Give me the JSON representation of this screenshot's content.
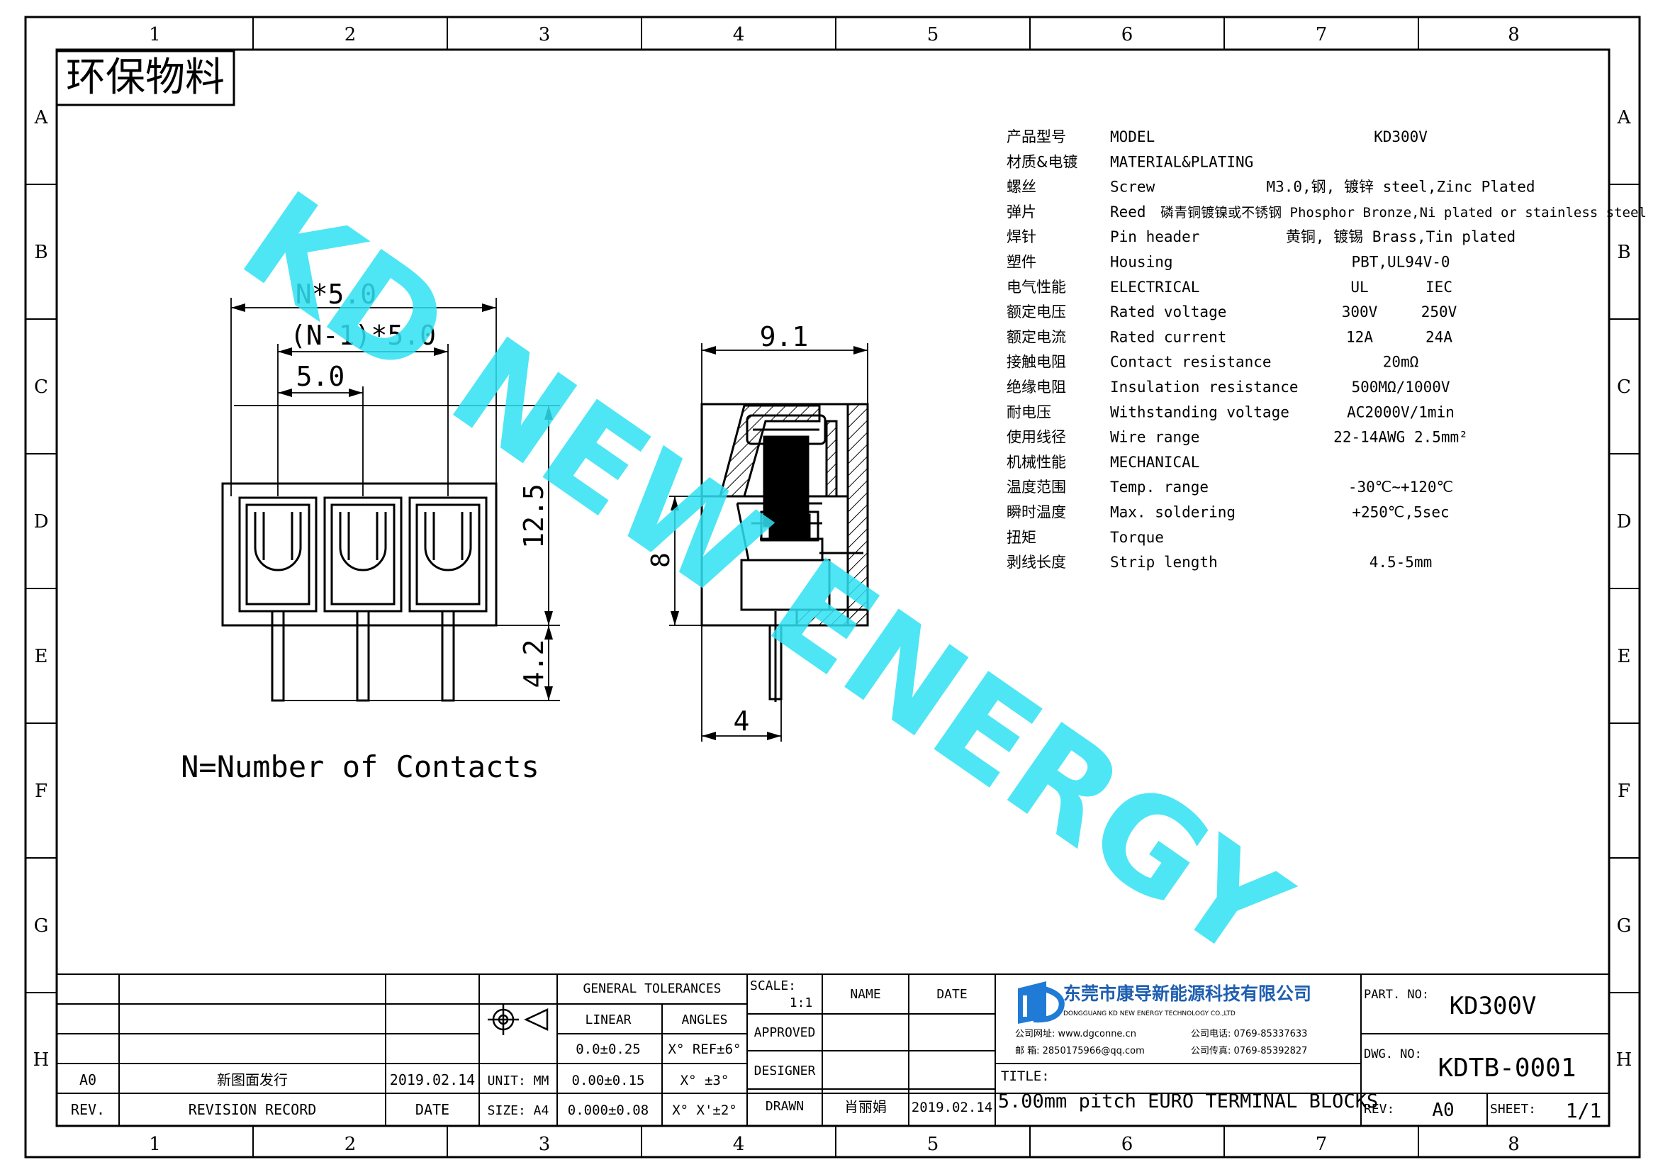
{
  "frame": {
    "columns": [
      "1",
      "2",
      "3",
      "4",
      "5",
      "6",
      "7",
      "8"
    ],
    "rows": [
      "A",
      "B",
      "C",
      "D",
      "E",
      "F",
      "G",
      "H"
    ]
  },
  "stamp": "环保物料",
  "watermark": "KD NEW ENERGY",
  "front_view": {
    "dim_overall": "N*5.0",
    "dim_inner": "(N-1)*5.0",
    "dim_pitch": "5.0",
    "dim_height": "12.5",
    "dim_pin": "4.2",
    "note": "N=Number of Contacts"
  },
  "side_view": {
    "dim_width": "9.1",
    "dim_body": "8",
    "dim_pin_offset": "4"
  },
  "specs": [
    {
      "cn": "产品型号",
      "en": "MODEL",
      "value": "KD300V",
      "ul": "",
      "iec": ""
    },
    {
      "cn": "材质&电镀",
      "en": "MATERIAL&PLATING",
      "value": "",
      "ul": "",
      "iec": ""
    },
    {
      "cn": "螺丝",
      "en": "Screw",
      "value": "M3.0,钢, 镀锌 steel,Zinc Plated",
      "ul": "",
      "iec": ""
    },
    {
      "cn": "弹片",
      "en": "Reed",
      "value": "磷青铜镀镍或不锈钢 Phosphor Bronze,Ni plated or stainless steel",
      "ul": "",
      "iec": ""
    },
    {
      "cn": "焊针",
      "en": "Pin header",
      "value": "黄铜, 镀锡 Brass,Tin plated",
      "ul": "",
      "iec": ""
    },
    {
      "cn": "塑件",
      "en": "Housing",
      "value": "PBT,UL94V-0",
      "ul": "",
      "iec": ""
    },
    {
      "cn": "电气性能",
      "en": "ELECTRICAL",
      "value": "",
      "ul": "UL",
      "iec": "IEC"
    },
    {
      "cn": "额定电压",
      "en": "Rated voltage",
      "value": "",
      "ul": "300V",
      "iec": "250V"
    },
    {
      "cn": "额定电流",
      "en": "Rated current",
      "value": "",
      "ul": "12A",
      "iec": "24A"
    },
    {
      "cn": "接触电阻",
      "en": "Contact resistance",
      "value": "20mΩ",
      "ul": "",
      "iec": ""
    },
    {
      "cn": "绝缘电阻",
      "en": "Insulation resistance",
      "value": "500MΩ/1000V",
      "ul": "",
      "iec": ""
    },
    {
      "cn": "耐电压",
      "en": "Withstanding voltage",
      "value": "AC2000V/1min",
      "ul": "",
      "iec": ""
    },
    {
      "cn": "使用线径",
      "en": "Wire range",
      "value": "22-14AWG 2.5mm²",
      "ul": "",
      "iec": ""
    },
    {
      "cn": "机械性能",
      "en": "MECHANICAL",
      "value": "",
      "ul": "",
      "iec": ""
    },
    {
      "cn": "温度范围",
      "en": "Temp. range",
      "value": "-30℃~+120℃",
      "ul": "",
      "iec": ""
    },
    {
      "cn": "瞬时温度",
      "en": "Max. soldering",
      "value": "+250℃,5sec",
      "ul": "",
      "iec": ""
    },
    {
      "cn": "扭矩",
      "en": "Torque",
      "value": "",
      "ul": "",
      "iec": ""
    },
    {
      "cn": "剥线长度",
      "en": "Strip length",
      "value": "4.5-5mm",
      "ul": "",
      "iec": ""
    }
  ],
  "title_block": {
    "rev_row": {
      "rev": "A0",
      "record": "新图面发行",
      "date": "2019.02.14"
    },
    "rev_header": {
      "rev": "REV.",
      "record": "REVISION RECORD",
      "date": "DATE"
    },
    "unit": "UNIT: MM",
    "size": "SIZE: A4",
    "general_tolerances": "GENERAL TOLERANCES",
    "linear": "LINEAR",
    "angles": "ANGLES",
    "lin_values": [
      "0.0±0.25",
      "0.00±0.15",
      "0.000±0.08"
    ],
    "ang_values": [
      "X° REF±6°",
      "X° ±3°",
      "X° X'±2°"
    ],
    "scale_label": "SCALE:",
    "scale_value": "1:1",
    "name_label": "NAME",
    "date_label": "DATE",
    "approved": "APPROVED",
    "designer": "DESIGNER",
    "drawn": "DRAWN",
    "drawn_name": "肖丽娟",
    "drawn_date": "2019.02.14",
    "company_cn": "东莞市康导新能源科技有限公司",
    "company_en": "DONGGUANG KD NEW ENERGY TECHNOLOGY CO.,LTD",
    "website": "公司网址: www.dgconne.cn",
    "phone": "公司电话: 0769-85337633",
    "email": "邮    箱: 2850175966@qq.com",
    "fax": "公司传真: 0769-85392827",
    "title_label": "TITLE:",
    "title": "5.00mm pitch EURO TERMINAL BLOCKS",
    "part_no_label": "PART. NO:",
    "part_no": "KD300V",
    "dwg_no_label": "DWG. NO:",
    "dwg_no": "KDTB-0001",
    "rev_label": "REV:",
    "rev_value": "A0",
    "sheet_label": "SHEET:",
    "sheet_value": "1/1"
  }
}
